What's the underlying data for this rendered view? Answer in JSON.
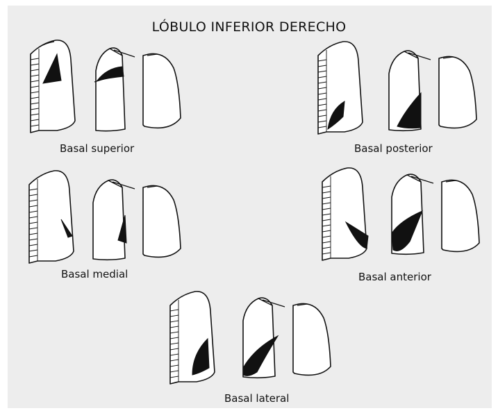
{
  "title": "LÓBULO INFERIOR DERECHO",
  "segments": [
    {
      "caption": "Basal superior"
    },
    {
      "caption": "Basal posterior"
    },
    {
      "caption": "Basal medial"
    },
    {
      "caption": "Basal anterior"
    },
    {
      "caption": "Basal lateral"
    }
  ],
  "colors": {
    "background": "#ededed",
    "lesion": "#111111",
    "outline": "#111111"
  }
}
